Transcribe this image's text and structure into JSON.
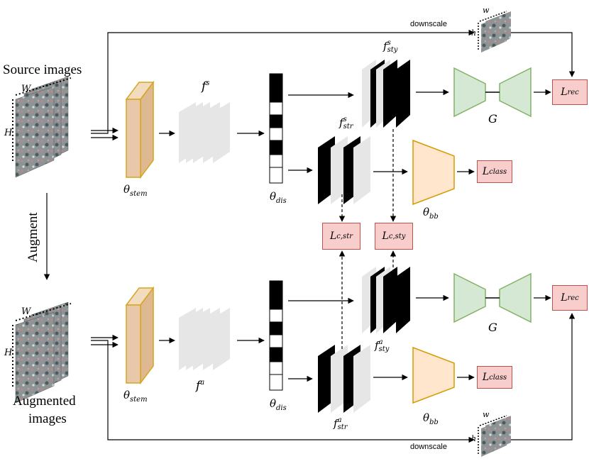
{
  "labels": {
    "source_images": "Source images",
    "augment": "Augment",
    "augmented_images_1": "Augmented",
    "augmented_images_2": "images",
    "downscale": "downscale",
    "W": "W",
    "H": "H",
    "w": "w",
    "h": "h",
    "theta": "θ",
    "stem": "stem",
    "dis": "dis",
    "bb": "bb",
    "f": "f",
    "s": "s",
    "a": "a",
    "sty": "sty",
    "str": "str",
    "G": "G",
    "L": "L",
    "rec": "rec",
    "class": "class",
    "c_str": "c,str",
    "c_sty": "c,sty"
  },
  "colors": {
    "stem_fill": "#e8c8a8",
    "stem_stroke": "#d6a520",
    "feature_gray": "#e6e6e6",
    "decoder_fill": "#d5e8d4",
    "decoder_stroke": "#82b366",
    "backbone_fill": "#ffe6cc",
    "backbone_stroke": "#d79b00",
    "loss_fill": "#f8cecc",
    "loss_stroke": "#b85450"
  }
}
